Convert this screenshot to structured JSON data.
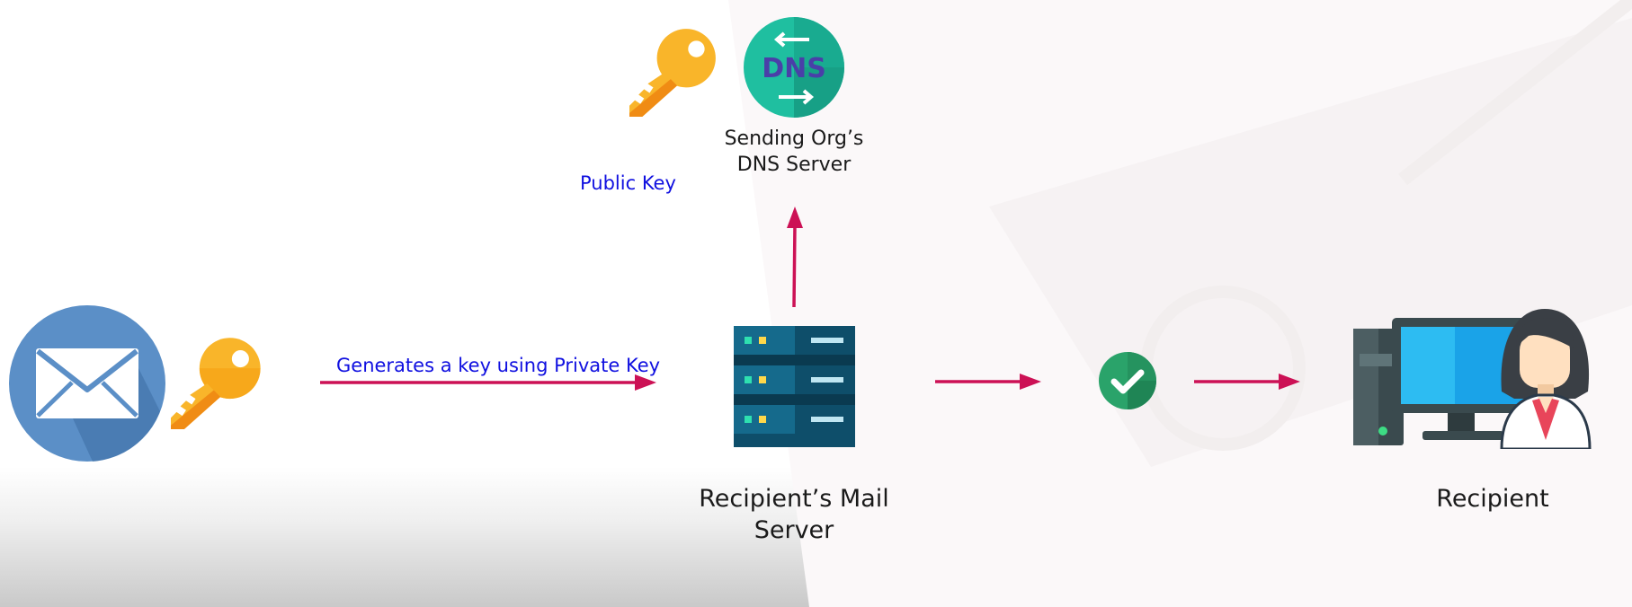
{
  "colors": {
    "arrow": "#cc1155",
    "annotation_text": "#1010e0",
    "key_gold": "#f9b52a",
    "dns_teal": "#1fbfa0",
    "check_green": "#2aa36a"
  },
  "nodes": {
    "dns": {
      "line1": "Sending Org’s",
      "line2": "DNS Server",
      "icon_text": "DNS"
    },
    "mail_server": {
      "line1": "Recipient’s Mail",
      "line2": "Server"
    },
    "recipient": {
      "label": "Recipient"
    }
  },
  "annotations": {
    "public_key": "Public Key",
    "generates_key": "Generates a key using Private Key"
  },
  "icons": [
    "envelope-icon",
    "key-icon",
    "dns-icon",
    "server-icon",
    "check-icon",
    "recipient-computer-icon"
  ]
}
